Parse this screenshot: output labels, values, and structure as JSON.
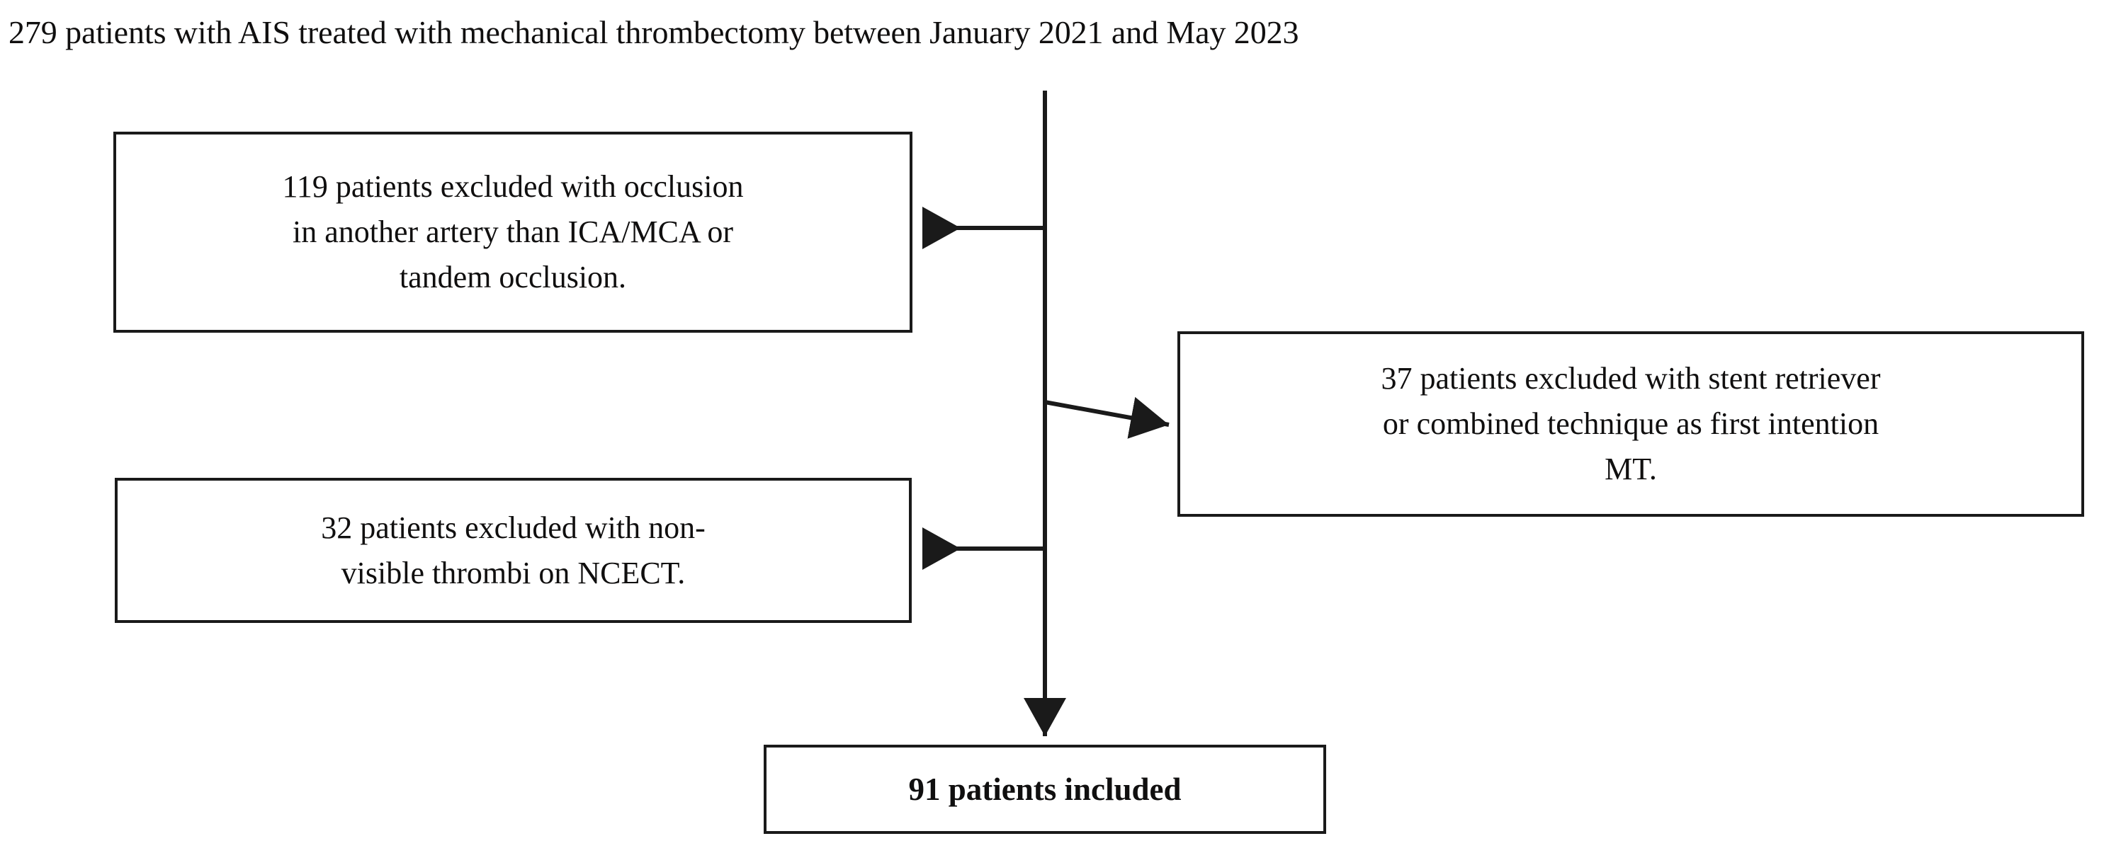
{
  "chart_data": {
    "type": "diagram",
    "title": "279 patients with AIS treated with mechanical thrombectomy between January 2021 and May 2023",
    "diagram_kind": "patient-selection-flowchart",
    "nodes": [
      {
        "id": "cohort",
        "label": "279 patients with AIS treated with mechanical thrombectomy between January 2021 and May 2023",
        "count": 279,
        "role": "source",
        "boxed": false
      },
      {
        "id": "excluded-occlusion",
        "label": "119 patients excluded with occlusion in another artery than ICA/MCA or tandem occlusion.",
        "count": 119,
        "role": "exclusion",
        "boxed": true
      },
      {
        "id": "excluded-stent",
        "label": "37 patients excluded with stent retriever or combined technique as first intention MT.",
        "count": 37,
        "role": "exclusion",
        "boxed": true
      },
      {
        "id": "excluded-ncect",
        "label": "32 patients excluded with non-visible thrombi on NCECT.",
        "count": 32,
        "role": "exclusion",
        "boxed": true
      },
      {
        "id": "included",
        "label": "91 patients included",
        "count": 91,
        "role": "outcome",
        "boxed": true
      }
    ],
    "edges": [
      {
        "from": "cohort",
        "to": "excluded-occlusion",
        "direction": "left"
      },
      {
        "from": "cohort",
        "to": "excluded-stent",
        "direction": "right-diagonal"
      },
      {
        "from": "cohort",
        "to": "excluded-ncect",
        "direction": "left"
      },
      {
        "from": "cohort",
        "to": "included",
        "direction": "down"
      }
    ],
    "arithmetic": "279 - 119 - 37 - 32 = 91"
  },
  "header": {
    "title": "279 patients with AIS treated with mechanical thrombectomy between January 2021 and May 2023"
  },
  "boxes": {
    "excluded_occlusion": {
      "line1": "119 patients excluded with occlusion",
      "line2": "in another artery than ICA/MCA or",
      "line3": "tandem occlusion."
    },
    "excluded_stent": {
      "line1": "37 patients excluded with stent retriever",
      "line2": "or combined technique as first intention",
      "line3": "MT."
    },
    "excluded_ncect": {
      "line1": "32 patients excluded with non-",
      "line2": "visible thrombi on NCECT."
    },
    "included": {
      "line1": "91 patients included"
    }
  },
  "style": {
    "stroke_color": "#1a1a1a",
    "text_color": "#100f0f",
    "background": "#ffffff"
  }
}
